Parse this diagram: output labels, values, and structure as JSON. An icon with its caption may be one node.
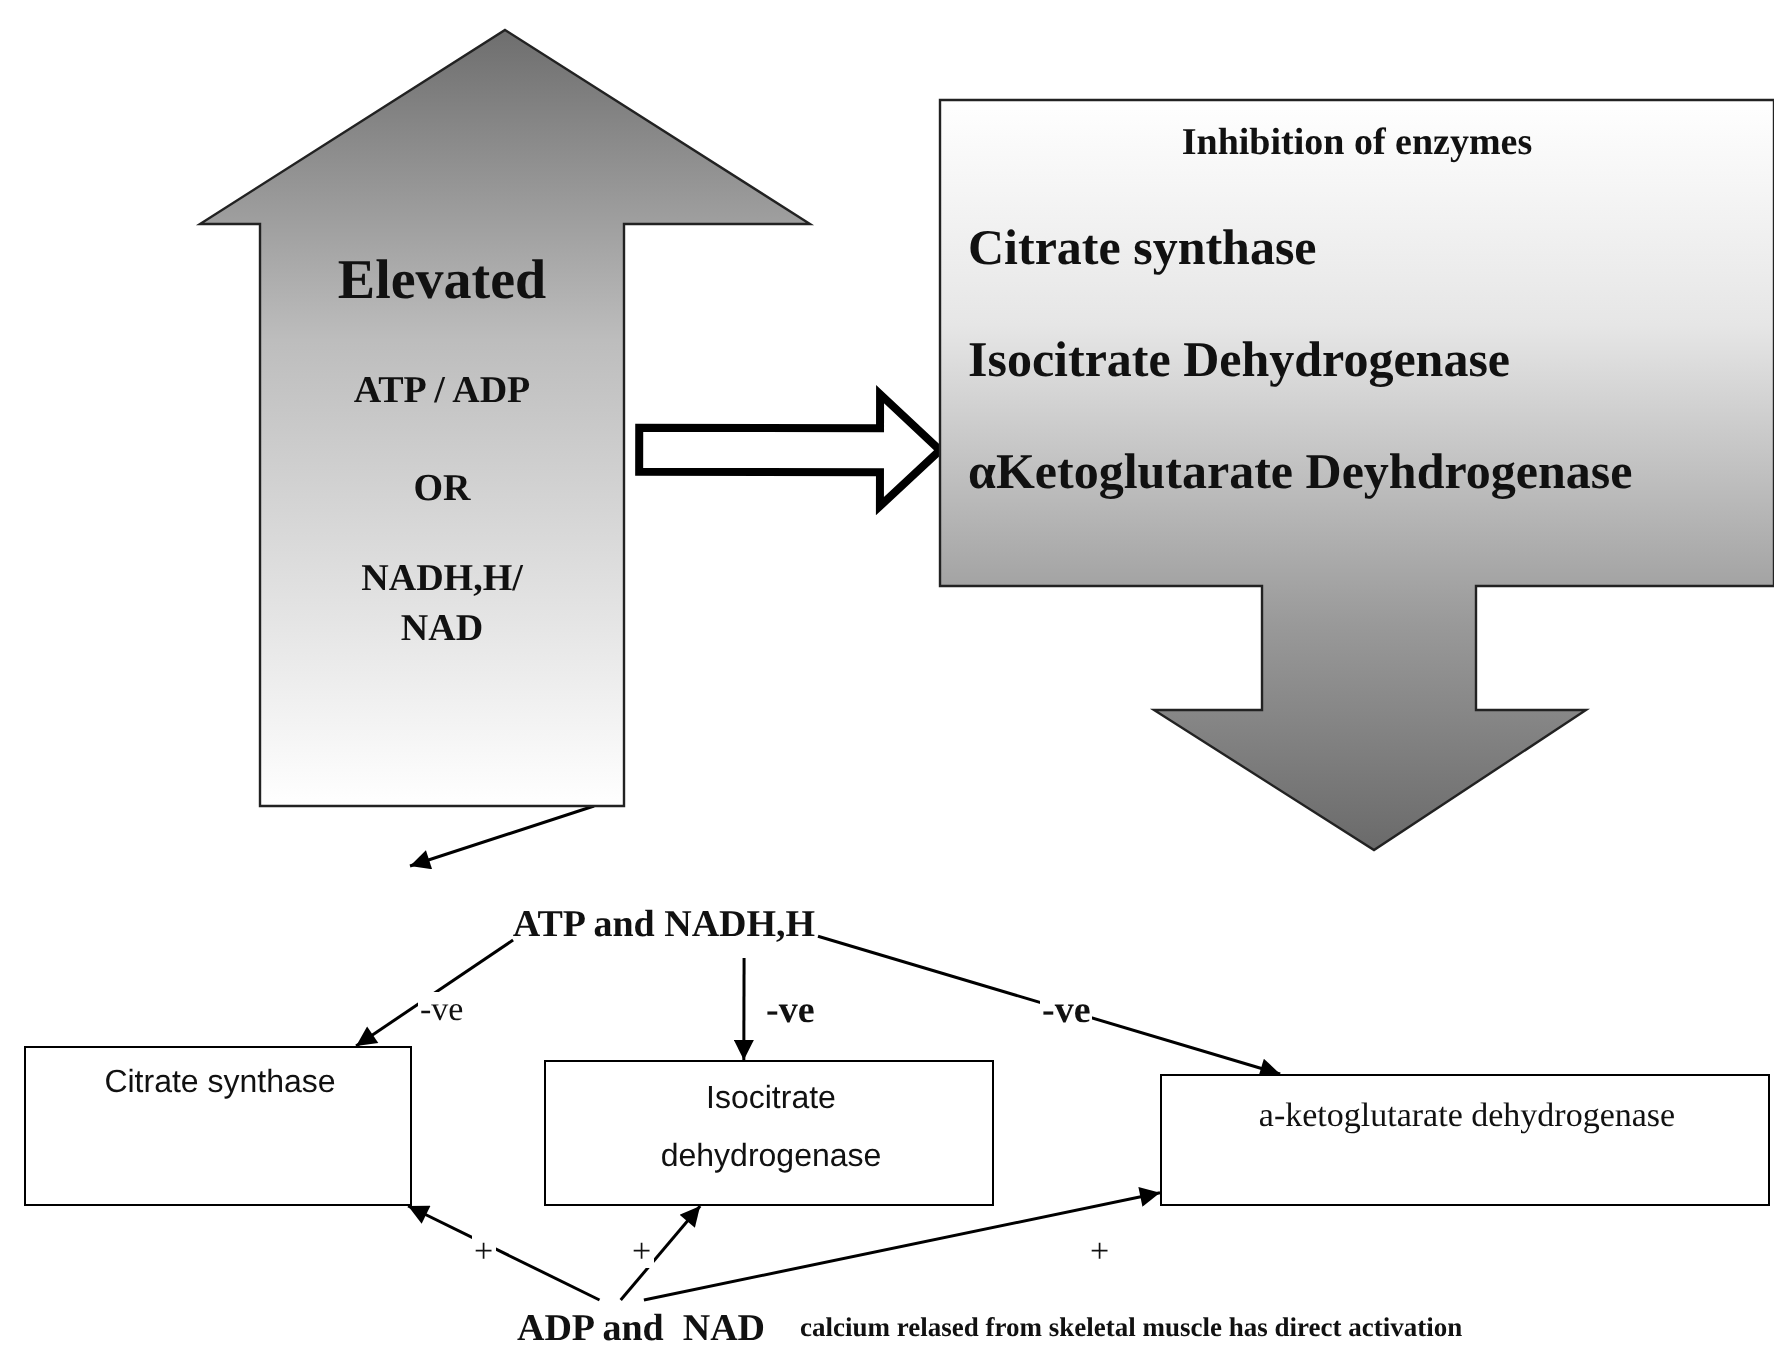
{
  "diagram": {
    "nodes": [
      {
        "text": [
          "Elevated",
          "ATP / ADP",
          "OR",
          "NADH,H/ NAD"
        ]
      },
      {
        "text": [
          "Inhibition of enzymes",
          "Citrate synthase",
          "Isocitrate Dehydrogenase",
          "αKetoglutarate Deyhdrogenase"
        ]
      },
      {
        "text": [
          "ATP and NADH,H"
        ]
      },
      {
        "text": [
          "Citrate synthase"
        ]
      },
      {
        "text": [
          "Isocitrate dehydrogenase"
        ]
      },
      {
        "text": [
          "a-ketoglutarate dehydrogenase"
        ]
      },
      {
        "text": [
          "ADP and  NAD"
        ]
      }
    ],
    "edges": [
      {
        "from": 0,
        "to": 1,
        "arrow": "to",
        "style": "thick"
      },
      {
        "from": 0,
        "to": null,
        "arrow": "to"
      },
      {
        "from": 2,
        "to": 3,
        "arrow": "to",
        "label": "-ve"
      },
      {
        "from": 2,
        "to": 4,
        "arrow": "to",
        "label": "-ve"
      },
      {
        "from": 2,
        "to": 5,
        "arrow": "to",
        "label": "-ve"
      },
      {
        "from": 6,
        "to": 3,
        "arrow": "to",
        "label": "+"
      },
      {
        "from": 6,
        "to": 4,
        "arrow": "to",
        "label": "+"
      },
      {
        "from": 6,
        "to": 5,
        "arrow": "to",
        "label": "+"
      }
    ],
    "labels": [
      "calcium relased from skeletal muscle has direct activation"
    ]
  }
}
